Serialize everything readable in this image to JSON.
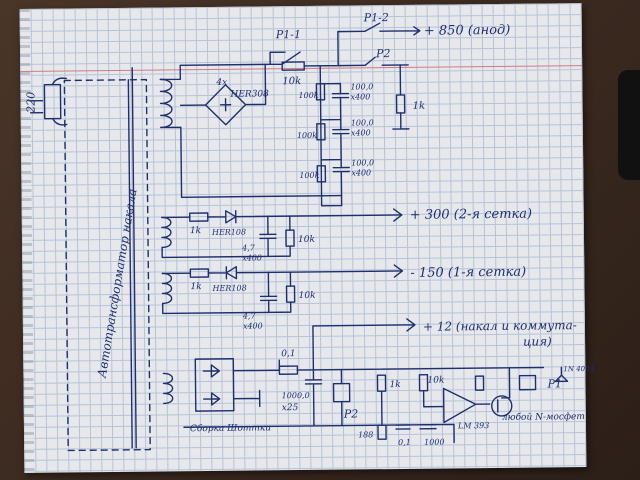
{
  "mains_label": "220",
  "autotransformer_label": "Автотрансформатор накала",
  "relay_contacts": {
    "p1_1": "P1-1",
    "p1_2": "P1-2",
    "p2": "P2"
  },
  "anode_output": "+ 850 (анод)",
  "bridge_labels": {
    "bridge": "4x",
    "diode": "HER308"
  },
  "hv_resistors": {
    "r_series": "10k",
    "r_bleed": "100k",
    "r_load": "1k"
  },
  "hv_caps": {
    "c1": "100,0",
    "c1v": "x400",
    "c2": "100,0",
    "c2v": "x400",
    "c3": "100,0",
    "c3v": "x400"
  },
  "g2_branch": {
    "r_series": "1k",
    "diode": "HER108",
    "cap": "4,7",
    "cap_v": "x400",
    "r_load": "10k",
    "output": "+ 300 (2-я сетка)"
  },
  "g1_branch": {
    "r_series": "1k",
    "diode": "HER108",
    "cap": "4,7",
    "cap_v": "x400",
    "r_load": "10k",
    "output": "- 150 (1-я сетка)"
  },
  "lv_branch": {
    "output": "+ 12 (накал и коммута-",
    "output_cont": "ция)",
    "fuse": "0,1",
    "cap": "1000,0",
    "cap_v": "x25",
    "relay_p2": "P2",
    "r_a": "1k",
    "r_b": "10k",
    "r_c": "188",
    "cap_c": "0,1",
    "cap_d": "1000",
    "opamp": "LM 393",
    "mosfet": "любой N-мосфет",
    "relay_p1": "P1",
    "diode": "1N 4004",
    "schottky": "Сборка Шоттки"
  }
}
